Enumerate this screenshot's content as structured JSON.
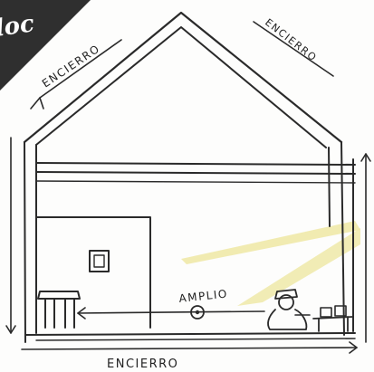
{
  "labels": {
    "enclosure_left_roof": "ENCIERRO",
    "enclosure_right_roof": "ENCIERRO",
    "enclosure_floor": "ENCIERRO",
    "wide_space": "AMPLIO"
  },
  "corner_banner": {
    "text": "loc",
    "color": "#2f2f2f"
  },
  "colors": {
    "ink": "#2a2a2a",
    "light_beam": "#efe9a8"
  }
}
